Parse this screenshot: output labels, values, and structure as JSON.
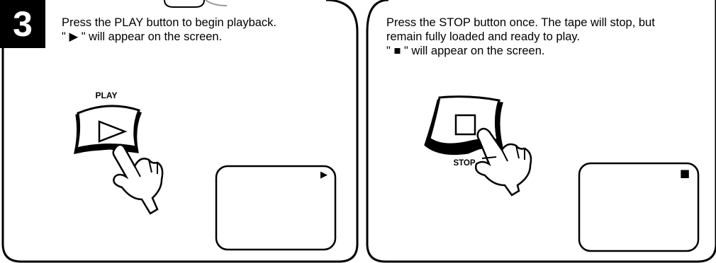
{
  "step": {
    "number": "3"
  },
  "play_panel": {
    "line1": "Press the PLAY button to begin playback.",
    "line2": "\" ▶ \" will appear on the screen.",
    "button_label": "PLAY",
    "screen_symbol": "▶"
  },
  "stop_panel": {
    "line1": "Press the STOP button once. The tape will stop, but",
    "line2": "remain fully loaded and ready to play.",
    "line3": "\" ■ \" will appear on the screen.",
    "button_label": "STOP",
    "screen_symbol": "■"
  }
}
